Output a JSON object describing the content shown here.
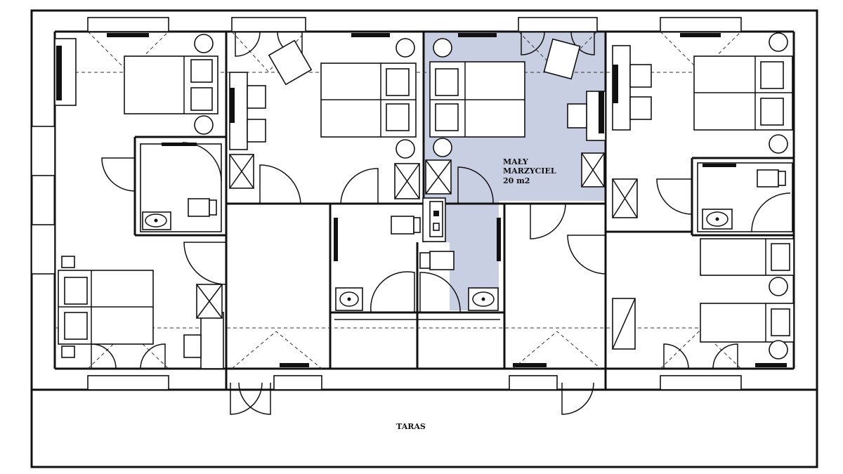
{
  "plan": {
    "highlight_color": "#c9cfe3",
    "wall_color": "#111111",
    "rooms": [
      {
        "id": "maly-marzyciel",
        "name_line1": "MAŁY",
        "name_line2": "MARZYCIEL",
        "area": "20 m2"
      }
    ],
    "terrace_label": "TARAS"
  }
}
